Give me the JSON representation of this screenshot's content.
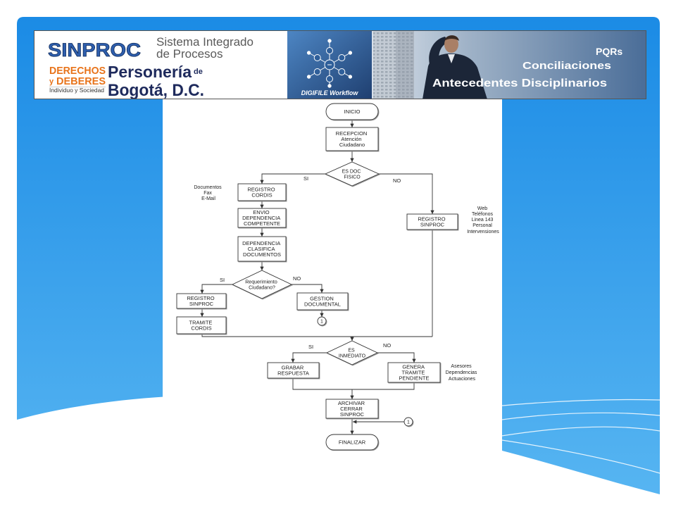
{
  "colors": {
    "panel_top": "#1b8be5",
    "panel_bottom": "#58b6f2",
    "logo_blue": "#2f5fae",
    "derechos_orange": "#e8731a",
    "personeria_navy": "#1e2a5c",
    "flow_stroke": "#333333"
  },
  "banner": {
    "logo": "SINPROC",
    "tagline_line1": "Sistema Integrado",
    "tagline_line2": "de Procesos",
    "derechos": "DERECHOS",
    "y": "y",
    "deberes": "DEBERES",
    "individuo": "Individuo y Sociedad",
    "personeria": "Personería",
    "de": "de",
    "bogota": "Bogotá, D.C.",
    "workflow_icon": "workflow-diagram-icon",
    "digifile": "DIGIFILE Workflow",
    "pqrs": "PQRs",
    "conciliaciones": "Conciliaciones",
    "antecedentes": "Antecedentes Disciplinarios"
  },
  "flowchart": {
    "start": {
      "label": "INICIO"
    },
    "reception": {
      "lines": [
        "RECEPCION",
        "Atención",
        "Ciudadano"
      ]
    },
    "decision_doc": {
      "lines": [
        "ES DOC",
        "FISICO"
      ],
      "yes": "SI",
      "no": "NO"
    },
    "registro_cordis": {
      "lines": [
        "REGISTRO",
        "CORDIS"
      ]
    },
    "envio": {
      "lines": [
        "ENVIO",
        "DEPENDENCIA",
        "COMPETENTE"
      ]
    },
    "clasifica": {
      "lines": [
        "DEPENDENCIA",
        "CLASIFICA",
        "DOCUMENTOS"
      ]
    },
    "decision_requerimiento": {
      "lines": [
        "Requerimiento",
        "Ciudadano?"
      ],
      "yes": "SI",
      "no": "NO"
    },
    "registro_sinproc_left": {
      "lines": [
        "REGISTRO",
        "SINPROC"
      ]
    },
    "tramite_cordis": {
      "lines": [
        "TRAMITE",
        "CORDIS"
      ]
    },
    "gestion": {
      "lines": [
        "GESTION",
        "DOCUMENTAL"
      ]
    },
    "connector_a": "1",
    "registro_sinproc_right": {
      "lines": [
        "REGISTRO",
        "SINPROC"
      ]
    },
    "decision_inmediato": {
      "lines": [
        "ES",
        "INMEDIATO"
      ],
      "yes": "SI",
      "no": "NO"
    },
    "grabar": {
      "lines": [
        "GRABAR",
        "RESPUESTA"
      ]
    },
    "genera": {
      "lines": [
        "GENERA",
        "TRAMITE",
        "PENDIENTE"
      ]
    },
    "archivar": {
      "lines": [
        "ARCHIVAR",
        "CERRAR",
        "SINPROC"
      ]
    },
    "connector_b": "1",
    "end": {
      "label": "FINALIZAR"
    },
    "notes": {
      "physical_channels": [
        "Documentos",
        "Fax",
        "E-Mail"
      ],
      "digital_channels": [
        "Web",
        "Teléfonos",
        "Linea 143",
        "Personal",
        "Intervensiones"
      ],
      "pending_actors": [
        "Asesores",
        "Dependencias",
        "Actuaciones"
      ]
    }
  }
}
